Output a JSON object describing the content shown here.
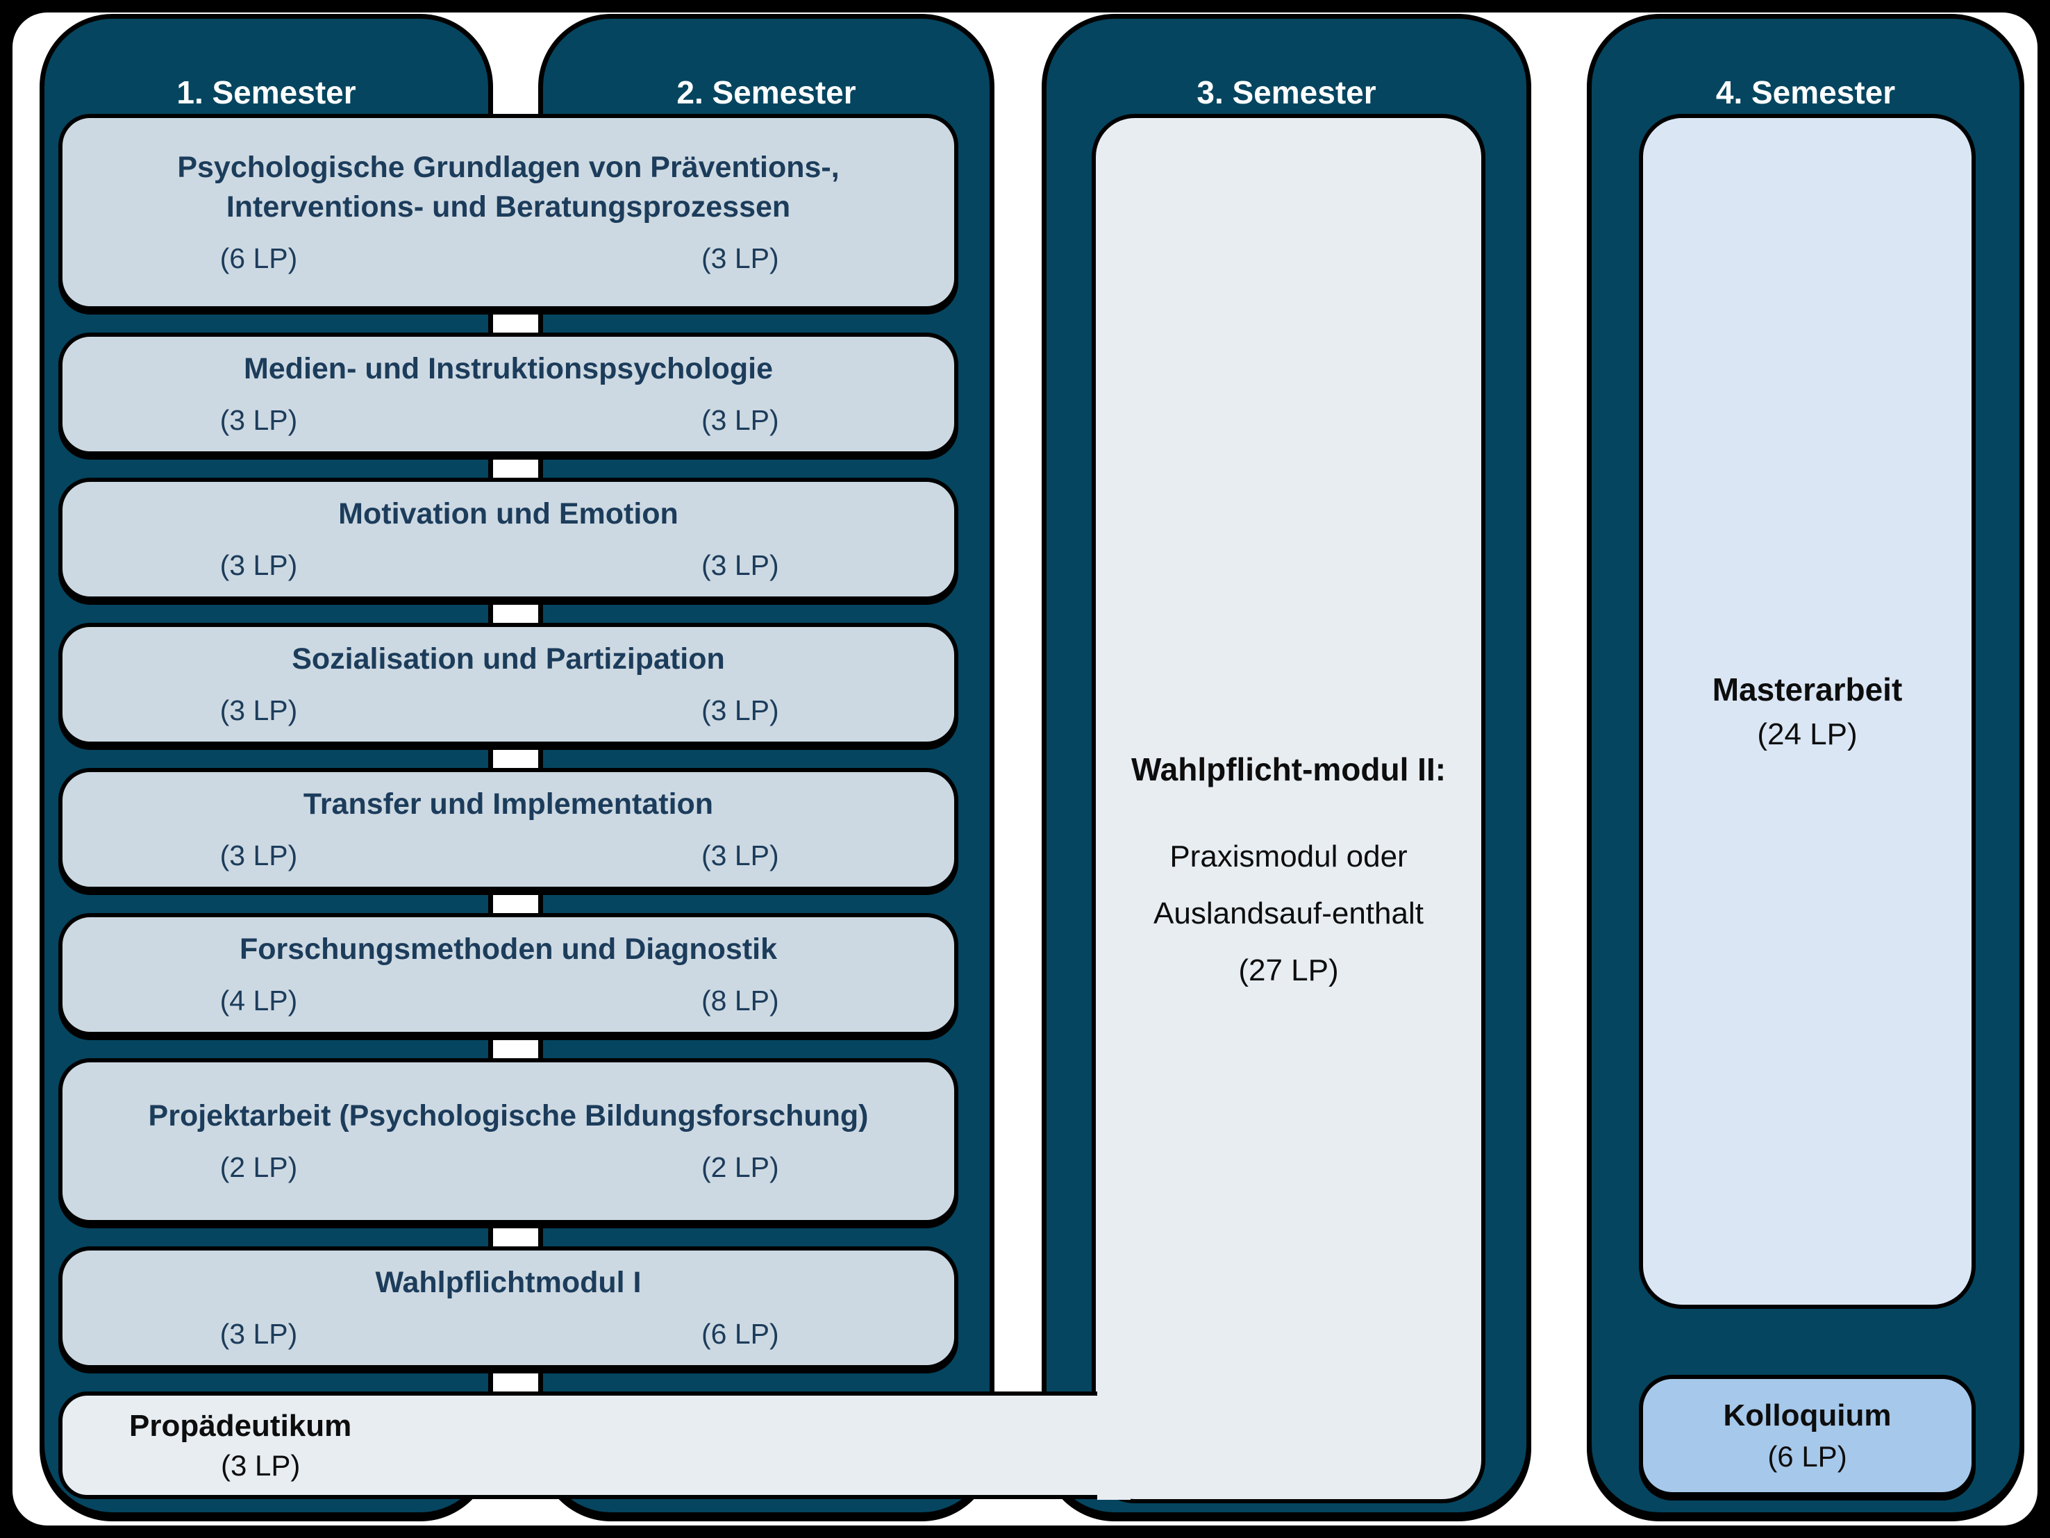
{
  "diagram": {
    "semesters": [
      {
        "label": "1. Semester"
      },
      {
        "label": "2. Semester"
      },
      {
        "label": "3. Semester"
      },
      {
        "label": "4. Semester"
      }
    ],
    "shared_modules": [
      {
        "lines": [
          "Psychologische Grundlagen von Präventions-,",
          "Interventions- und Beratungsprozessen"
        ],
        "lp_sem1": "(6 LP)",
        "lp_sem2": "(3 LP)"
      },
      {
        "lines": [
          "Medien- und Instruktionspsychologie"
        ],
        "lp_sem1": "(3 LP)",
        "lp_sem2": "(3 LP)"
      },
      {
        "lines": [
          "Motivation und Emotion"
        ],
        "lp_sem1": "(3 LP)",
        "lp_sem2": "(3 LP)"
      },
      {
        "lines": [
          "Sozialisation und Partizipation"
        ],
        "lp_sem1": "(3 LP)",
        "lp_sem2": "(3 LP)"
      },
      {
        "lines": [
          "Transfer und Implementation"
        ],
        "lp_sem1": "(3 LP)",
        "lp_sem2": "(3 LP)"
      },
      {
        "lines": [
          "Forschungsmethoden und Diagnostik"
        ],
        "lp_sem1": "(4 LP)",
        "lp_sem2": "(8 LP)"
      },
      {
        "lines": [
          "Projektarbeit (Psychologische Bildungsforschung)"
        ],
        "lp_sem1": "(2 LP)",
        "lp_sem2": "(2 LP)"
      },
      {
        "lines": [
          "Wahlpflichtmodul I"
        ],
        "lp_sem1": "(3 LP)",
        "lp_sem2": "(6 LP)"
      }
    ],
    "propaedeutikum": {
      "title": "Propädeutikum",
      "lp": "(3 LP)"
    },
    "semester3_module": {
      "title": "Wahlpflicht-modul II:",
      "lines": [
        "Praxismodul oder",
        "Auslandsauf-enthalt",
        "(27 LP)"
      ]
    },
    "semester4_modules": {
      "masterarbeit": {
        "title": "Masterarbeit",
        "lp": "(24 LP)"
      },
      "kolloquium": {
        "title": "Kolloquium",
        "lp": "(6 LP)"
      }
    },
    "colors": {
      "column_dark": "#05455f",
      "module_fill": "#cdd9e2",
      "light_fill": "#e8edf2",
      "masterarbeit_fill": "#dae6f4",
      "kolloquium_fill": "#a6c8ea",
      "module_title_text": "#1c3c5b",
      "dark_text": "#0d0d0d",
      "header_text": "#ffffff"
    }
  }
}
